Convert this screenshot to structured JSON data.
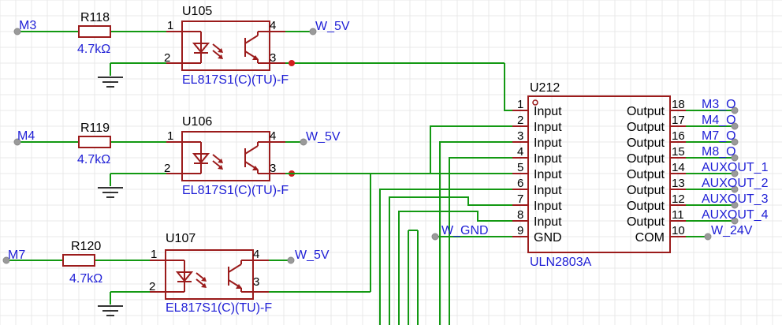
{
  "optocouplers": [
    {
      "ref": "U105",
      "part": "EL817S1(C)(TU)-F",
      "input_net": "M3",
      "resistor_ref": "R118",
      "resistor_value": "4.7kΩ",
      "supply_net": "W_5V",
      "pins": [
        "1",
        "2",
        "3",
        "4"
      ]
    },
    {
      "ref": "U106",
      "part": "EL817S1(C)(TU)-F",
      "input_net": "M4",
      "resistor_ref": "R119",
      "resistor_value": "4.7kΩ",
      "supply_net": "W_5V",
      "pins": [
        "1",
        "2",
        "3",
        "4"
      ]
    },
    {
      "ref": "U107",
      "part": "EL817S1(C)(TU)-F",
      "input_net": "M7",
      "resistor_ref": "R120",
      "resistor_value": "4.7kΩ",
      "supply_net": "W_5V",
      "pins": [
        "1",
        "2",
        "3",
        "4"
      ]
    }
  ],
  "driver": {
    "ref": "U212",
    "part": "ULN2803A",
    "left_pins": [
      {
        "num": "1",
        "name": "Input"
      },
      {
        "num": "2",
        "name": "Input"
      },
      {
        "num": "3",
        "name": "Input"
      },
      {
        "num": "4",
        "name": "Input"
      },
      {
        "num": "5",
        "name": "Input"
      },
      {
        "num": "6",
        "name": "Input"
      },
      {
        "num": "7",
        "name": "Input"
      },
      {
        "num": "8",
        "name": "Input"
      },
      {
        "num": "9",
        "name": "GND"
      }
    ],
    "right_pins": [
      {
        "num": "18",
        "name": "Output",
        "net": "M3_O"
      },
      {
        "num": "17",
        "name": "Output",
        "net": "M4_O"
      },
      {
        "num": "16",
        "name": "Output",
        "net": "M7_O"
      },
      {
        "num": "15",
        "name": "Output",
        "net": "M8_O"
      },
      {
        "num": "14",
        "name": "Output",
        "net": "AUXOUT_1"
      },
      {
        "num": "13",
        "name": "Output",
        "net": "AUXOUT_2"
      },
      {
        "num": "12",
        "name": "Output",
        "net": "AUXOUT_3"
      },
      {
        "num": "11",
        "name": "Output",
        "net": "AUXOUT_4"
      },
      {
        "num": "10",
        "name": "COM",
        "net": "W_24V"
      }
    ],
    "gnd_net": "W_GND"
  },
  "colors": {
    "wire": "#139913",
    "component": "#9b1b1b",
    "net_label": "#1f1fd6",
    "junction": "#d21e1e",
    "grid": "#e9e9e9"
  }
}
